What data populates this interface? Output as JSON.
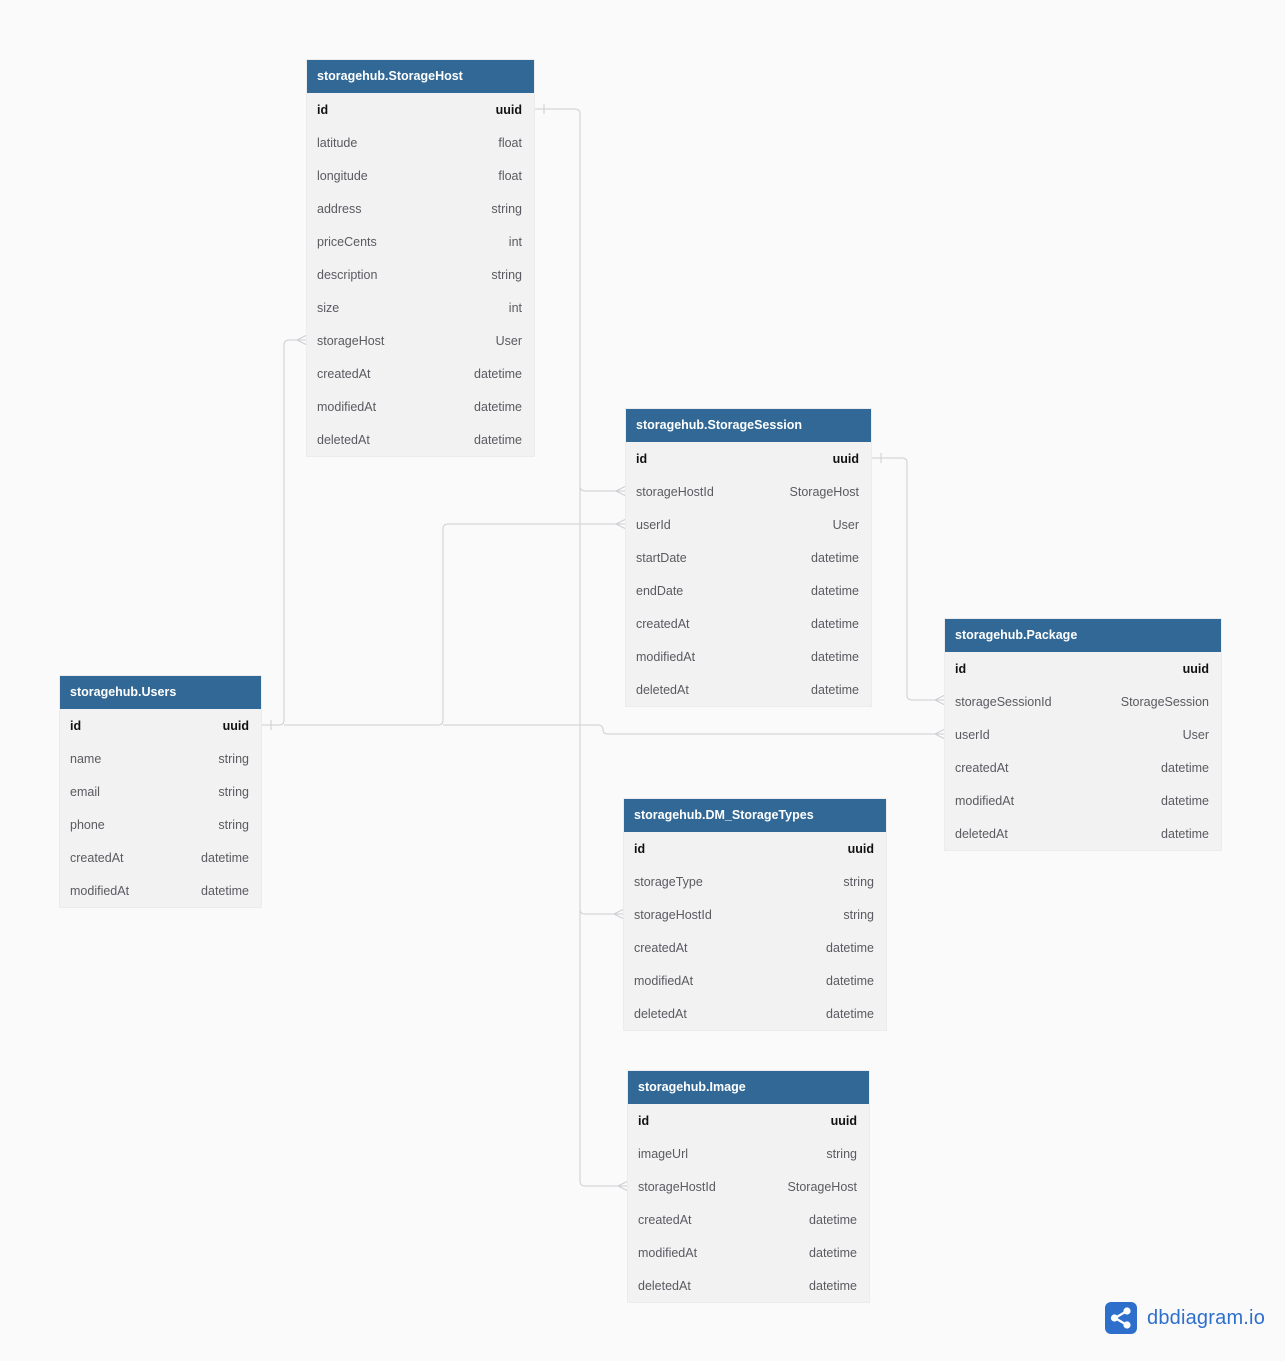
{
  "tables": [
    {
      "key": "storagehost",
      "name": "storagehub.StorageHost",
      "fields": [
        {
          "name": "id",
          "type": "uuid",
          "pk": true
        },
        {
          "name": "latitude",
          "type": "float"
        },
        {
          "name": "longitude",
          "type": "float"
        },
        {
          "name": "address",
          "type": "string"
        },
        {
          "name": "priceCents",
          "type": "int"
        },
        {
          "name": "description",
          "type": "string"
        },
        {
          "name": "size",
          "type": "int"
        },
        {
          "name": "storageHost",
          "type": "User"
        },
        {
          "name": "createdAt",
          "type": "datetime"
        },
        {
          "name": "modifiedAt",
          "type": "datetime"
        },
        {
          "name": "deletedAt",
          "type": "datetime"
        }
      ]
    },
    {
      "key": "storagesession",
      "name": "storagehub.StorageSession",
      "fields": [
        {
          "name": "id",
          "type": "uuid",
          "pk": true
        },
        {
          "name": "storageHostId",
          "type": "StorageHost"
        },
        {
          "name": "userId",
          "type": "User"
        },
        {
          "name": "startDate",
          "type": "datetime"
        },
        {
          "name": "endDate",
          "type": "datetime"
        },
        {
          "name": "createdAt",
          "type": "datetime"
        },
        {
          "name": "modifiedAt",
          "type": "datetime"
        },
        {
          "name": "deletedAt",
          "type": "datetime"
        }
      ]
    },
    {
      "key": "users",
      "name": "storagehub.Users",
      "fields": [
        {
          "name": "id",
          "type": "uuid",
          "pk": true
        },
        {
          "name": "name",
          "type": "string"
        },
        {
          "name": "email",
          "type": "string"
        },
        {
          "name": "phone",
          "type": "string"
        },
        {
          "name": "createdAt",
          "type": "datetime"
        },
        {
          "name": "modifiedAt",
          "type": "datetime"
        }
      ]
    },
    {
      "key": "package",
      "name": "storagehub.Package",
      "fields": [
        {
          "name": "id",
          "type": "uuid",
          "pk": true
        },
        {
          "name": "storageSessionId",
          "type": "StorageSession"
        },
        {
          "name": "userId",
          "type": "User"
        },
        {
          "name": "createdAt",
          "type": "datetime"
        },
        {
          "name": "modifiedAt",
          "type": "datetime"
        },
        {
          "name": "deletedAt",
          "type": "datetime"
        }
      ]
    },
    {
      "key": "storagetypes",
      "name": "storagehub.DM_StorageTypes",
      "fields": [
        {
          "name": "id",
          "type": "uuid",
          "pk": true
        },
        {
          "name": "storageType",
          "type": "string"
        },
        {
          "name": "storageHostId",
          "type": "string"
        },
        {
          "name": "createdAt",
          "type": "datetime"
        },
        {
          "name": "modifiedAt",
          "type": "datetime"
        },
        {
          "name": "deletedAt",
          "type": "datetime"
        }
      ]
    },
    {
      "key": "image",
      "name": "storagehub.Image",
      "fields": [
        {
          "name": "id",
          "type": "uuid",
          "pk": true
        },
        {
          "name": "imageUrl",
          "type": "string"
        },
        {
          "name": "storageHostId",
          "type": "StorageHost"
        },
        {
          "name": "createdAt",
          "type": "datetime"
        },
        {
          "name": "modifiedAt",
          "type": "datetime"
        },
        {
          "name": "deletedAt",
          "type": "datetime"
        }
      ]
    }
  ],
  "relationships": [
    {
      "from": "storagehub.StorageHost.id",
      "to": "storagehub.StorageSession.storageHostId",
      "cardinality": "one-to-many"
    },
    {
      "from": "storagehub.StorageHost.id",
      "to": "storagehub.DM_StorageTypes.storageHostId",
      "cardinality": "one-to-many"
    },
    {
      "from": "storagehub.StorageHost.id",
      "to": "storagehub.Image.storageHostId",
      "cardinality": "one-to-many"
    },
    {
      "from": "storagehub.StorageSession.id",
      "to": "storagehub.Package.storageSessionId",
      "cardinality": "one-to-many"
    },
    {
      "from": "storagehub.Users.id",
      "to": "storagehub.StorageHost.storageHost",
      "cardinality": "one-to-many"
    },
    {
      "from": "storagehub.Users.id",
      "to": "storagehub.StorageSession.userId",
      "cardinality": "one-to-many"
    },
    {
      "from": "storagehub.Users.id",
      "to": "storagehub.Package.userId",
      "cardinality": "one-to-many"
    }
  ],
  "branding": {
    "name": "dbdiagram.io",
    "icon": "share-nodes-icon",
    "color": "#2d6fcb"
  },
  "colors": {
    "header": "#316896",
    "body": "#f2f2f3",
    "connector": "#cfcfd3"
  }
}
